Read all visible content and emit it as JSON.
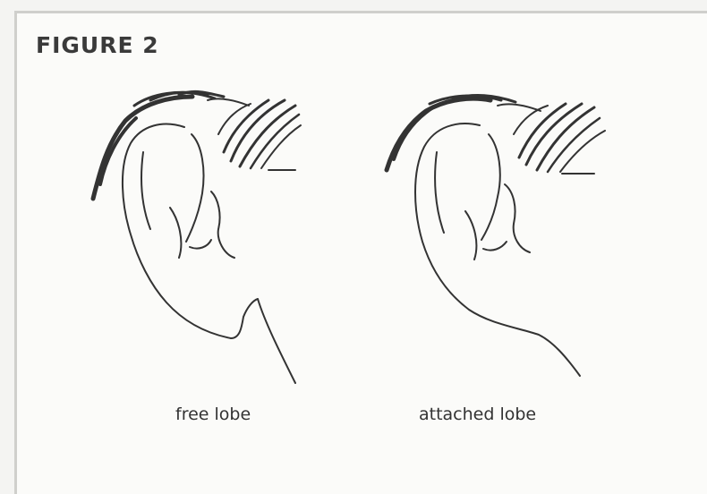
{
  "figure": {
    "title": "FIGURE 2"
  },
  "ears": [
    {
      "caption": "free lobe"
    },
    {
      "caption": "attached lobe"
    }
  ],
  "colors": {
    "ink": "#333333",
    "paper": "#fbfbf9",
    "frame": "#cfcfcc"
  }
}
